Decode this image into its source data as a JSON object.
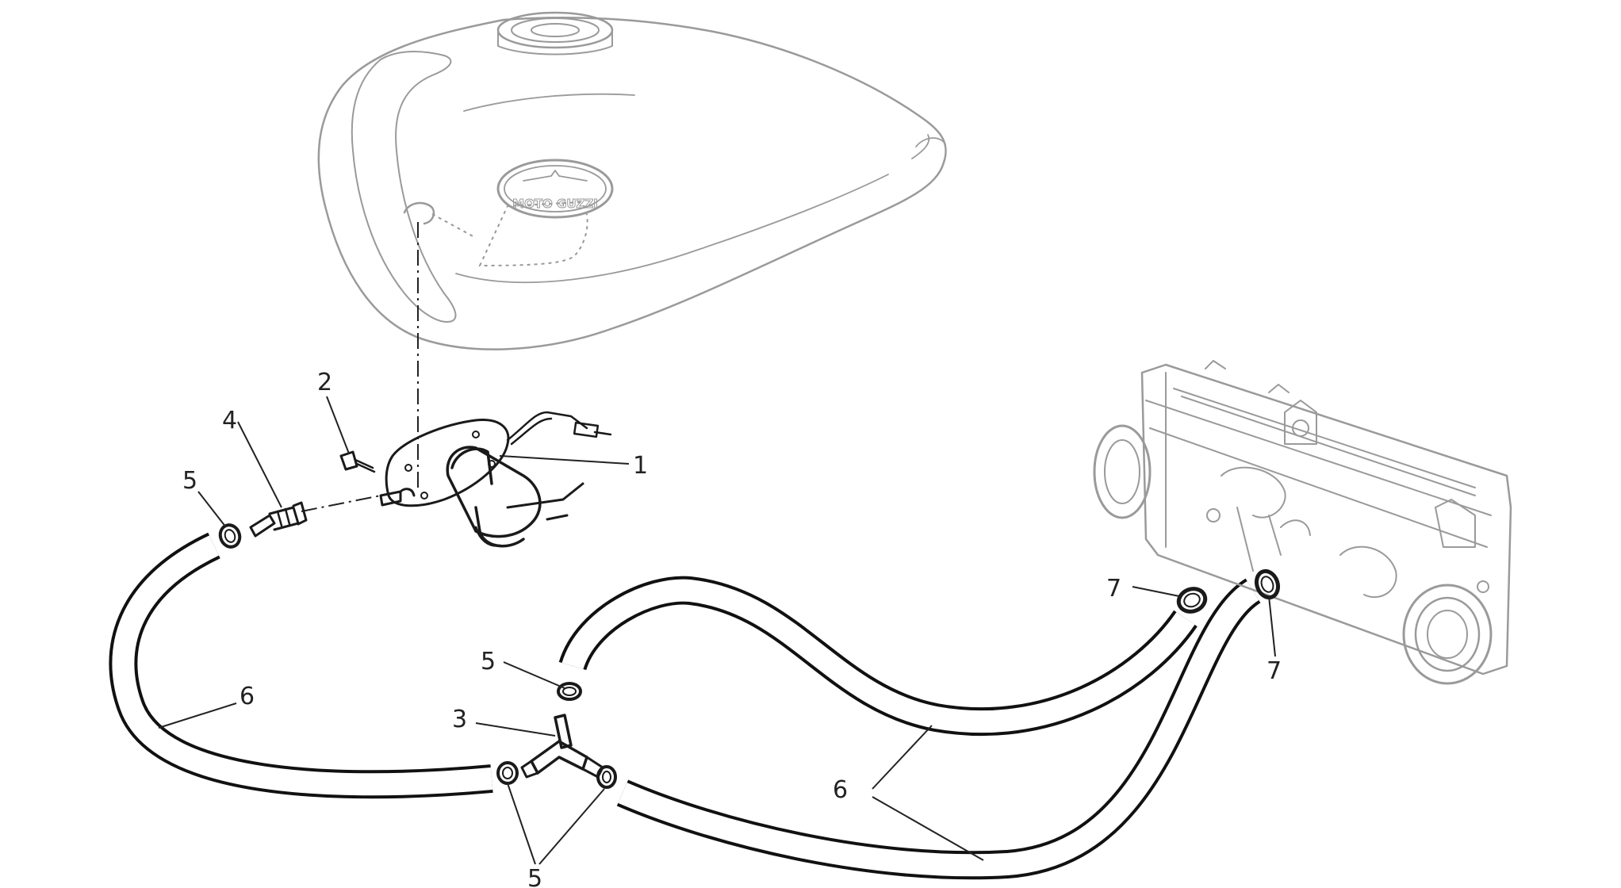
{
  "diagram": {
    "tank": {
      "logo_text": "MOTO GUZZI"
    },
    "callouts": [
      {
        "id": "c1",
        "text": "1"
      },
      {
        "id": "c2",
        "text": "2"
      },
      {
        "id": "c3",
        "text": "3"
      },
      {
        "id": "c4",
        "text": "4"
      },
      {
        "id": "c5a",
        "text": "5"
      },
      {
        "id": "c5b",
        "text": "5"
      },
      {
        "id": "c5c",
        "text": "5"
      },
      {
        "id": "c6a",
        "text": "6"
      },
      {
        "id": "c6b",
        "text": "6"
      },
      {
        "id": "c7a",
        "text": "7"
      },
      {
        "id": "c7b",
        "text": "7"
      }
    ]
  }
}
